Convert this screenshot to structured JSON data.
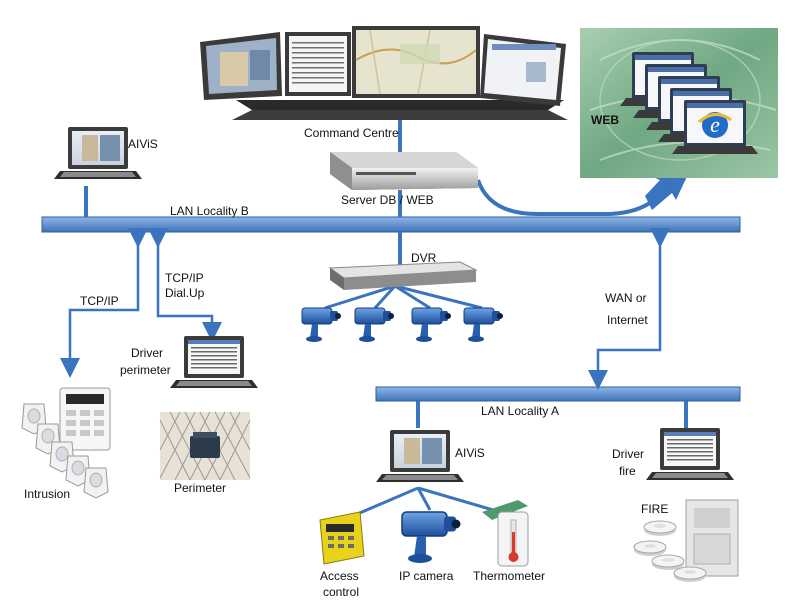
{
  "colors": {
    "bus_fill": "#5b8fd0",
    "bus_stroke": "#2f5f9c",
    "link": "#3a73c0",
    "web_bg": "#86b893"
  },
  "labels": {
    "command_centre": "Command Centre",
    "server": "Server  DB / WEB",
    "web": "WEB",
    "aivis_top": "AIViS",
    "lan_b": "LAN Locality B",
    "dvr": "DVR",
    "tcpip_left": "TCP/IP",
    "tcpip_mid_1": "TCP/IP",
    "tcpip_mid_2": "Dial.Up",
    "wan_1": "WAN or",
    "wan_2": "Internet",
    "driver_perimeter_1": "Driver",
    "driver_perimeter_2": "perimeter",
    "lan_a": "LAN Locality A",
    "aivis_bottom": "AIViS",
    "driver_fire_1": "Driver",
    "driver_fire_2": "fire",
    "intrusion": "Intrusion",
    "perimeter": "Perimeter",
    "fire": "FIRE",
    "access_1": "Access",
    "access_2": "control",
    "ip_camera": "IP camera",
    "thermometer": "Thermometer"
  },
  "icons": {
    "monitor": "monitor-icon",
    "laptop": "laptop-icon",
    "server": "server-icon",
    "dvr": "dvr-icon",
    "camera": "cctv-camera-icon",
    "browser": "browser-window-icon",
    "keypad": "alarm-keypad-icon",
    "sensor": "motion-sensor-icon",
    "fence": "fence-icon",
    "smoke": "smoke-detector-icon",
    "fire_panel": "fire-panel-icon",
    "access": "access-control-icon",
    "thermo": "thermometer-icon"
  }
}
